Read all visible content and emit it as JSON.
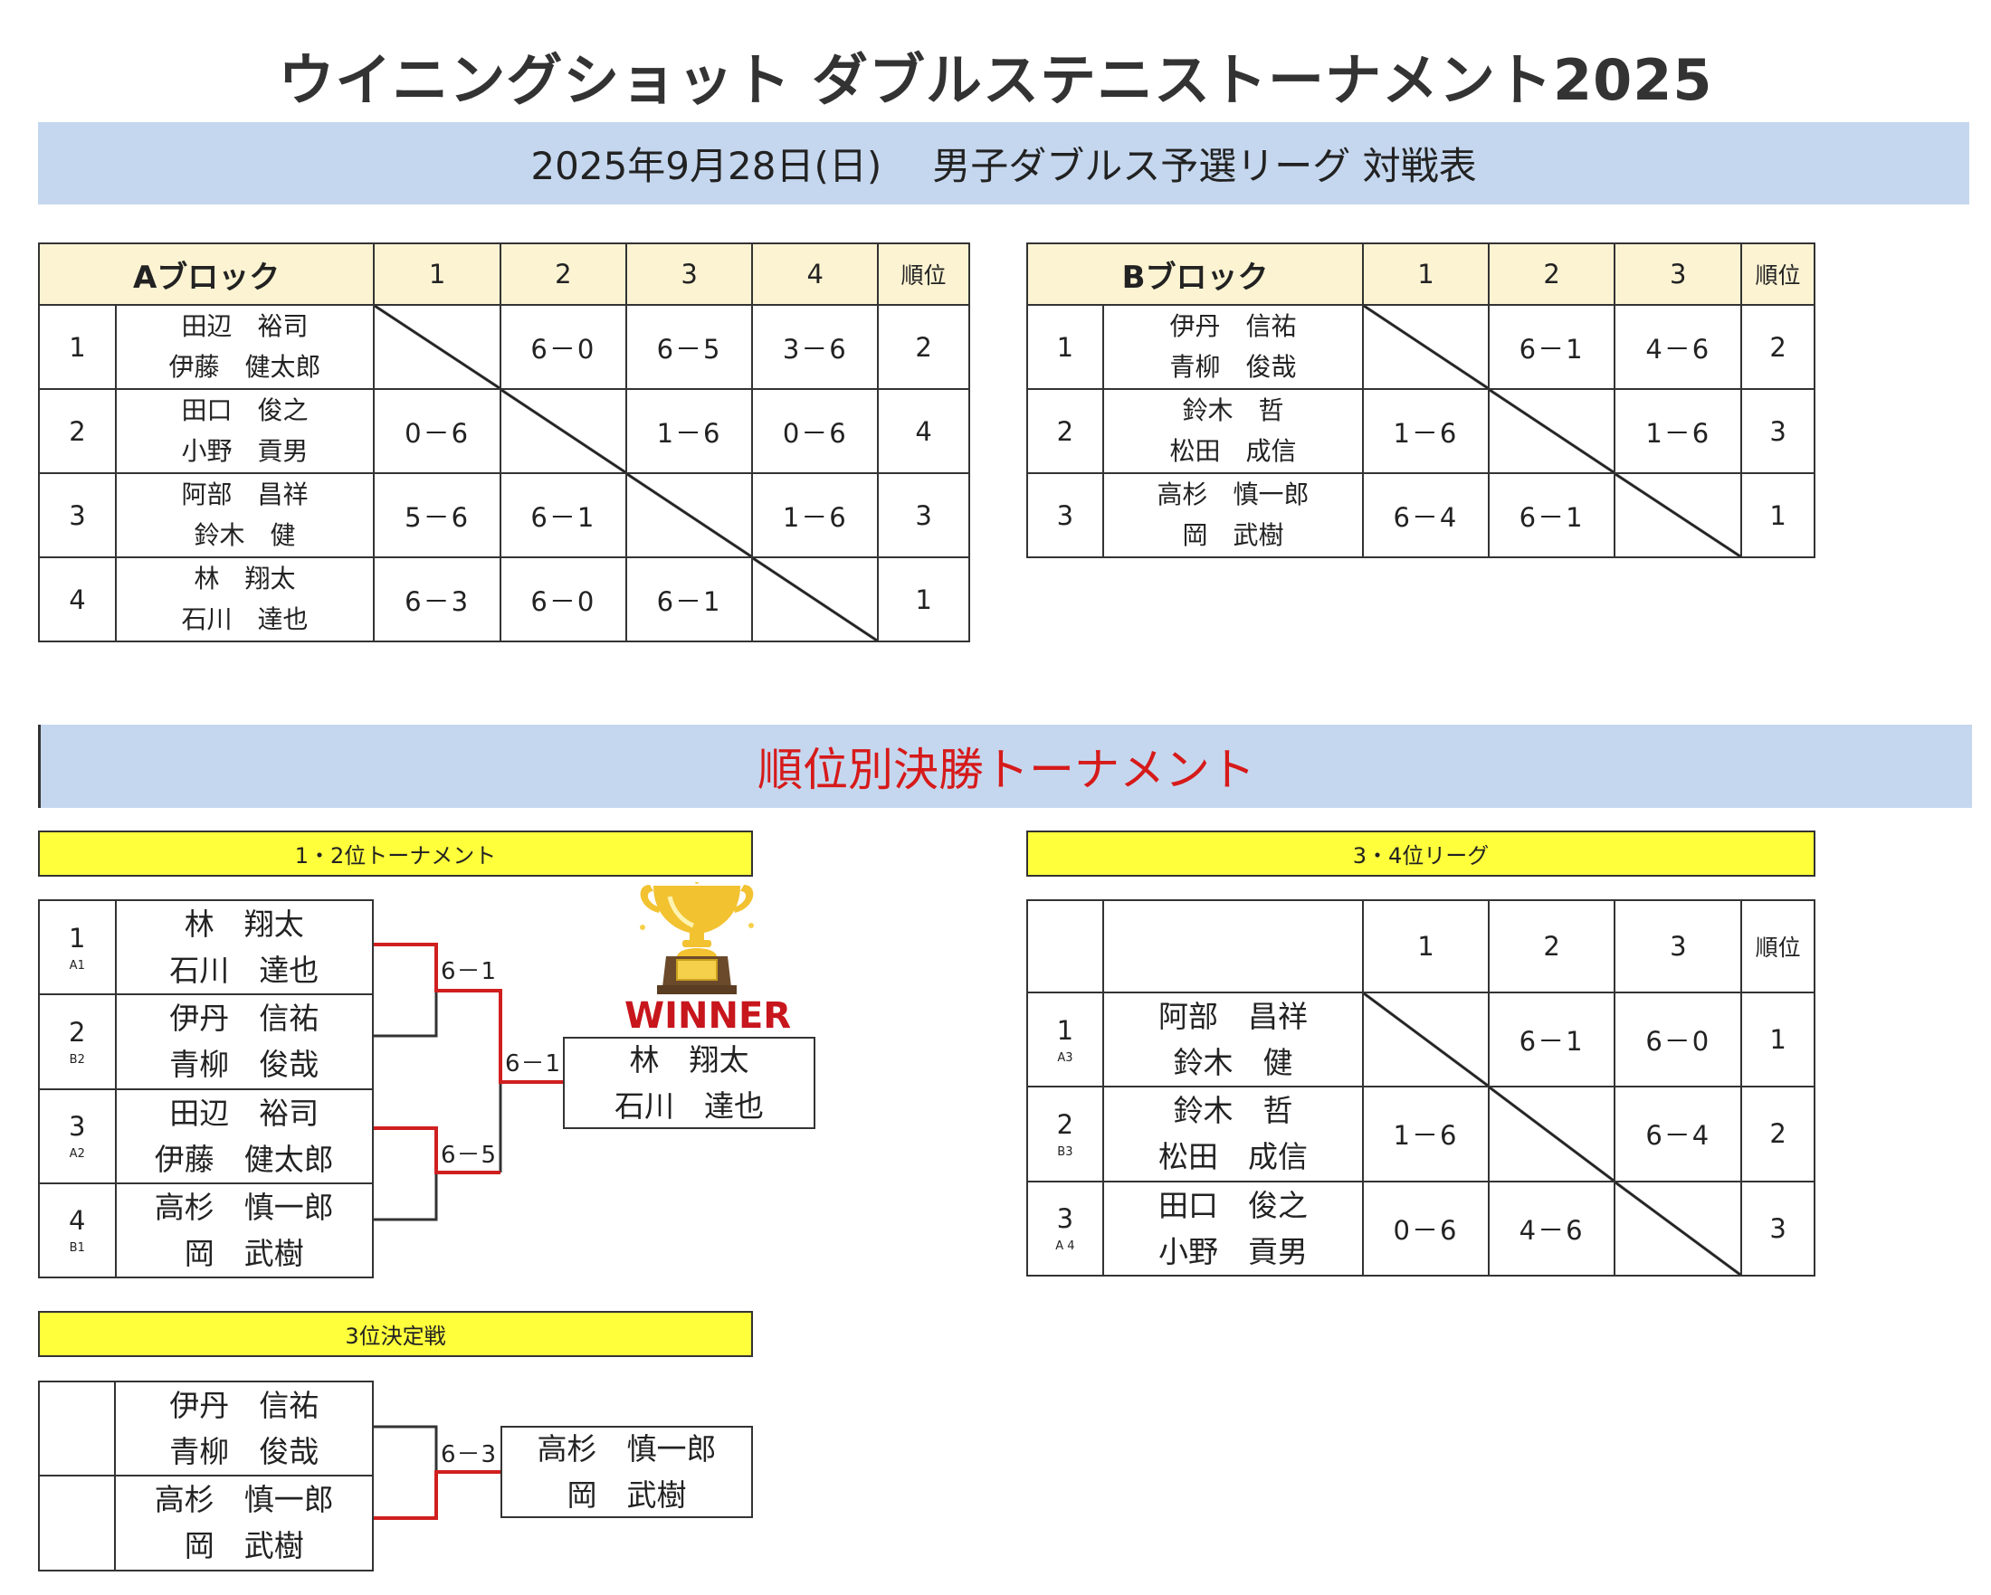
{
  "title": "ウイニングショット ダブルステニストーナメント2025",
  "subtitle": {
    "date": "2025年9月28日(日)",
    "event": "男子ダブルス予選リーグ 対戦表"
  },
  "block_a": {
    "label": "Aブロック",
    "cols": [
      "1",
      "2",
      "3",
      "4"
    ],
    "rank_label": "順位",
    "rows": [
      {
        "no": "1",
        "names": [
          "田辺　裕司",
          "伊藤　健太郎"
        ],
        "scores": [
          "",
          "6－0",
          "6－5",
          "3－6"
        ],
        "rank": "2"
      },
      {
        "no": "2",
        "names": [
          "田口　俊之",
          "小野　貢男"
        ],
        "scores": [
          "0－6",
          "",
          "1－6",
          "0－6"
        ],
        "rank": "4"
      },
      {
        "no": "3",
        "names": [
          "阿部　昌祥",
          "鈴木　健"
        ],
        "scores": [
          "5－6",
          "6－1",
          "",
          "1－6"
        ],
        "rank": "3"
      },
      {
        "no": "4",
        "names": [
          "林　翔太",
          "石川　達也"
        ],
        "scores": [
          "6－3",
          "6－0",
          "6－1",
          ""
        ],
        "rank": "1"
      }
    ]
  },
  "block_b": {
    "label": "Bブロック",
    "cols": [
      "1",
      "2",
      "3"
    ],
    "rank_label": "順位",
    "rows": [
      {
        "no": "1",
        "names": [
          "伊丹　信祐",
          "青柳　俊哉"
        ],
        "scores": [
          "",
          "6－1",
          "4－6"
        ],
        "rank": "2"
      },
      {
        "no": "2",
        "names": [
          "鈴木　哲",
          "松田　成信"
        ],
        "scores": [
          "1－6",
          "",
          "1－6"
        ],
        "rank": "3"
      },
      {
        "no": "3",
        "names": [
          "高杉　慎一郎",
          "岡　武樹"
        ],
        "scores": [
          "6－4",
          "6－1",
          ""
        ],
        "rank": "1"
      }
    ]
  },
  "finals_title": "順位別決勝トーナメント",
  "tournament_12": {
    "label": "1・2位トーナメント",
    "rows": [
      {
        "no": "1",
        "seed": "A1",
        "names": [
          "林　翔太",
          "石川　達也"
        ]
      },
      {
        "no": "2",
        "seed": "B2",
        "names": [
          "伊丹　信祐",
          "青柳　俊哉"
        ]
      },
      {
        "no": "3",
        "seed": "A2",
        "names": [
          "田辺　裕司",
          "伊藤　健太郎"
        ]
      },
      {
        "no": "4",
        "seed": "B1",
        "names": [
          "高杉　慎一郎",
          "岡　武樹"
        ]
      }
    ],
    "semi1_score": "6－1",
    "semi2_score": "6－5",
    "final_score": "6－1",
    "winner_label": "WINNER",
    "winner": [
      "林　翔太",
      "石川　達也"
    ]
  },
  "third_place": {
    "label": "3位決定戦",
    "rows": [
      {
        "no": "",
        "seed": "",
        "names": [
          "伊丹　信祐",
          "青柳　俊哉"
        ]
      },
      {
        "no": "",
        "seed": "",
        "names": [
          "高杉　慎一郎",
          "岡　武樹"
        ]
      }
    ],
    "score": "6－3",
    "winner": [
      "高杉　慎一郎",
      "岡　武樹"
    ]
  },
  "league_34": {
    "label": "3・4位リーグ",
    "cols": [
      "1",
      "2",
      "3"
    ],
    "rank_label": "順位",
    "rows": [
      {
        "no": "1",
        "seed": "A3",
        "names": [
          "阿部　昌祥",
          "鈴木　健"
        ],
        "scores": [
          "",
          "6－1",
          "6－0"
        ],
        "rank": "1"
      },
      {
        "no": "2",
        "seed": "B3",
        "names": [
          "鈴木　哲",
          "松田　成信"
        ],
        "scores": [
          "1－6",
          "",
          "6－4"
        ],
        "rank": "2"
      },
      {
        "no": "3",
        "seed": "A 4",
        "names": [
          "田口　俊之",
          "小野　貢男"
        ],
        "scores": [
          "0－6",
          "4－6",
          ""
        ],
        "rank": "3"
      }
    ]
  },
  "colors": {
    "band": "#c5d7ee",
    "header": "#fcf3d2",
    "yellow": "#ffff3c",
    "red_line": "#d01f1f",
    "title_red": "#d61a1a"
  }
}
